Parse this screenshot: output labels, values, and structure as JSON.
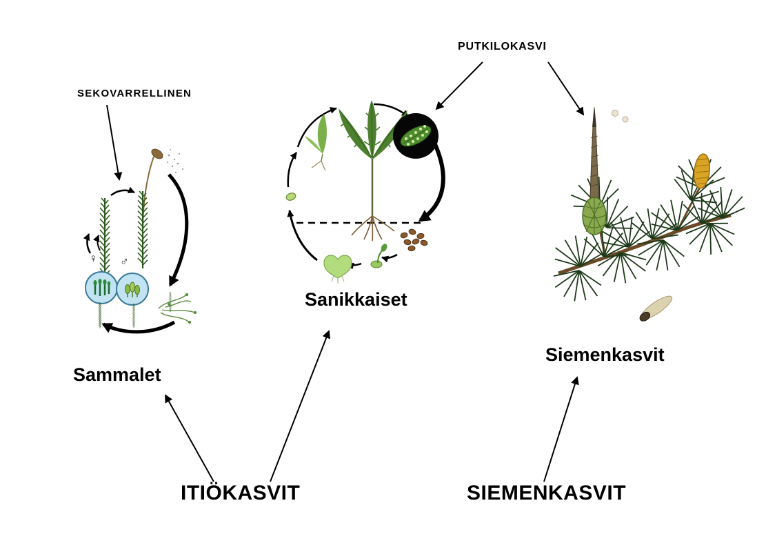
{
  "labels": {
    "putkilokasvi": "PUTKILOKASVI",
    "sekovarrellinen": "SEKOVARRELLINEN",
    "sammalet": "Sammalet",
    "sanikkaiset": "Sanikkaiset",
    "siemenkasvit_group": "Siemenkasvit",
    "itiokasvit": "ITIÖKASVIT",
    "siemenkasvit_main": "SIEMENKASVIT"
  },
  "symbols": {
    "female": "♀",
    "male": "♂"
  },
  "connections": [
    {
      "from": "SEKOVARRELLINEN",
      "to": "Sammalet"
    },
    {
      "from": "PUTKILOKASVI",
      "to": "Sanikkaiset"
    },
    {
      "from": "PUTKILOKASVI",
      "to": "Siemenkasvit"
    },
    {
      "from": "ITIÖKASVIT",
      "to": "Sammalet"
    },
    {
      "from": "ITIÖKASVIT",
      "to": "Sanikkaiset"
    },
    {
      "from": "SIEMENKASVIT",
      "to": "Siemenkasvit"
    }
  ],
  "illustrations": [
    {
      "id": "moss-life-cycle",
      "group_label": "Sammalet"
    },
    {
      "id": "fern-life-cycle",
      "group_label": "Sanikkaiset"
    },
    {
      "id": "pine-branch",
      "group_label": "Siemenkasvit"
    }
  ],
  "colors": {
    "background": "#ffffff",
    "text": "#000000",
    "arrow": "#000000",
    "moss_green": "#2d5a1e",
    "fern_green": "#4d7f2e",
    "gametophyte_green": "#b2dc7e",
    "pine_needle_green": "#1e3a1a",
    "cone_green": "#8aa84e",
    "male_cone_yellow": "#d9a424",
    "branch_brown": "#6a4a28",
    "spore_brown": "#8a5a2a",
    "circle_blue": "#c2e4f2"
  }
}
